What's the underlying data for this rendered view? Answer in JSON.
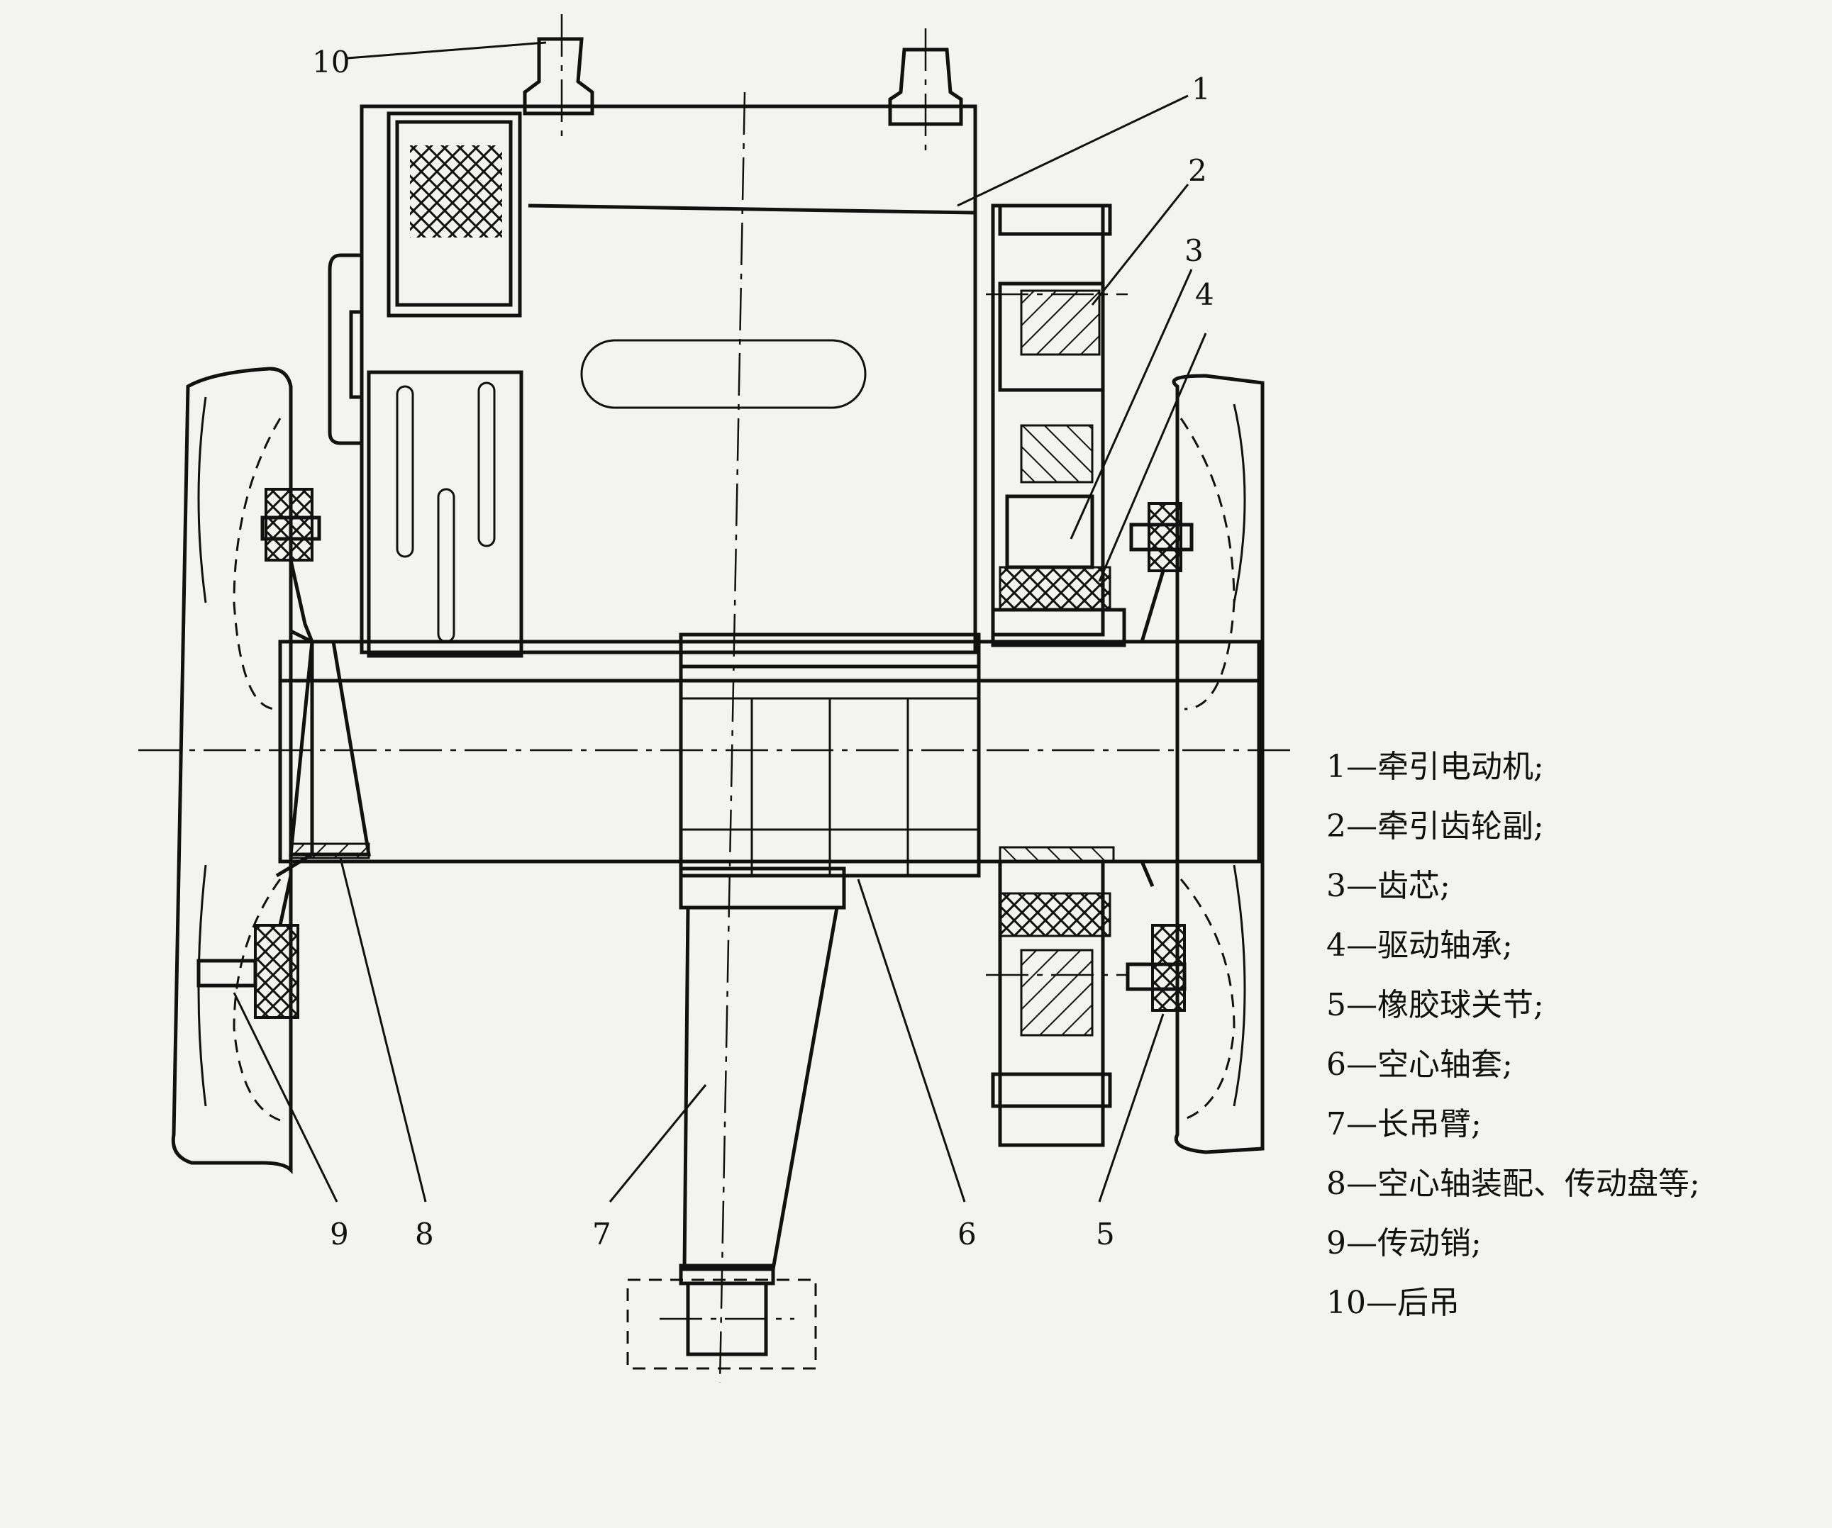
{
  "callouts": {
    "c1": "1",
    "c2": "2",
    "c3": "3",
    "c4": "4",
    "c5": "5",
    "c6": "6",
    "c7": "7",
    "c8": "8",
    "c9": "9",
    "c10": "10"
  },
  "legend": {
    "items": [
      "1—牵引电动机;",
      "2—牵引齿轮副;",
      "3—齿芯;",
      "4—驱动轴承;",
      "5—橡胶球关节;",
      "6—空心轴套;",
      "7—长吊臂;",
      "8—空心轴装配、传动盘等;",
      "9—传动销;",
      "10—后吊"
    ]
  }
}
